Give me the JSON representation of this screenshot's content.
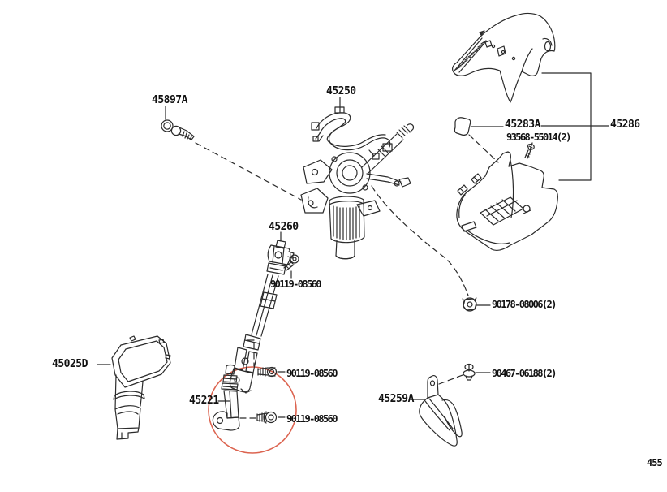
{
  "diagram": {
    "figure_code": "455",
    "colors": {
      "line": "#2b2b2b",
      "text": "#111111",
      "highlight": "#dc6450"
    },
    "labels": {
      "k45897a": "45897A",
      "k45250": "45250",
      "k45260": "45260",
      "k90119_top": "90119-08560",
      "k45283a": "45283A",
      "k93568": "93568-55014(2)",
      "k45286": "45286",
      "k90178": "90178-08006(2)",
      "k45025d": "45025D",
      "k45221": "45221",
      "k90119_mid": "90119-08560",
      "k90119_bot": "90119-08560",
      "k45259a": "45259A",
      "k90467": "90467-06188(2)"
    },
    "highlighted_part": "45221"
  }
}
